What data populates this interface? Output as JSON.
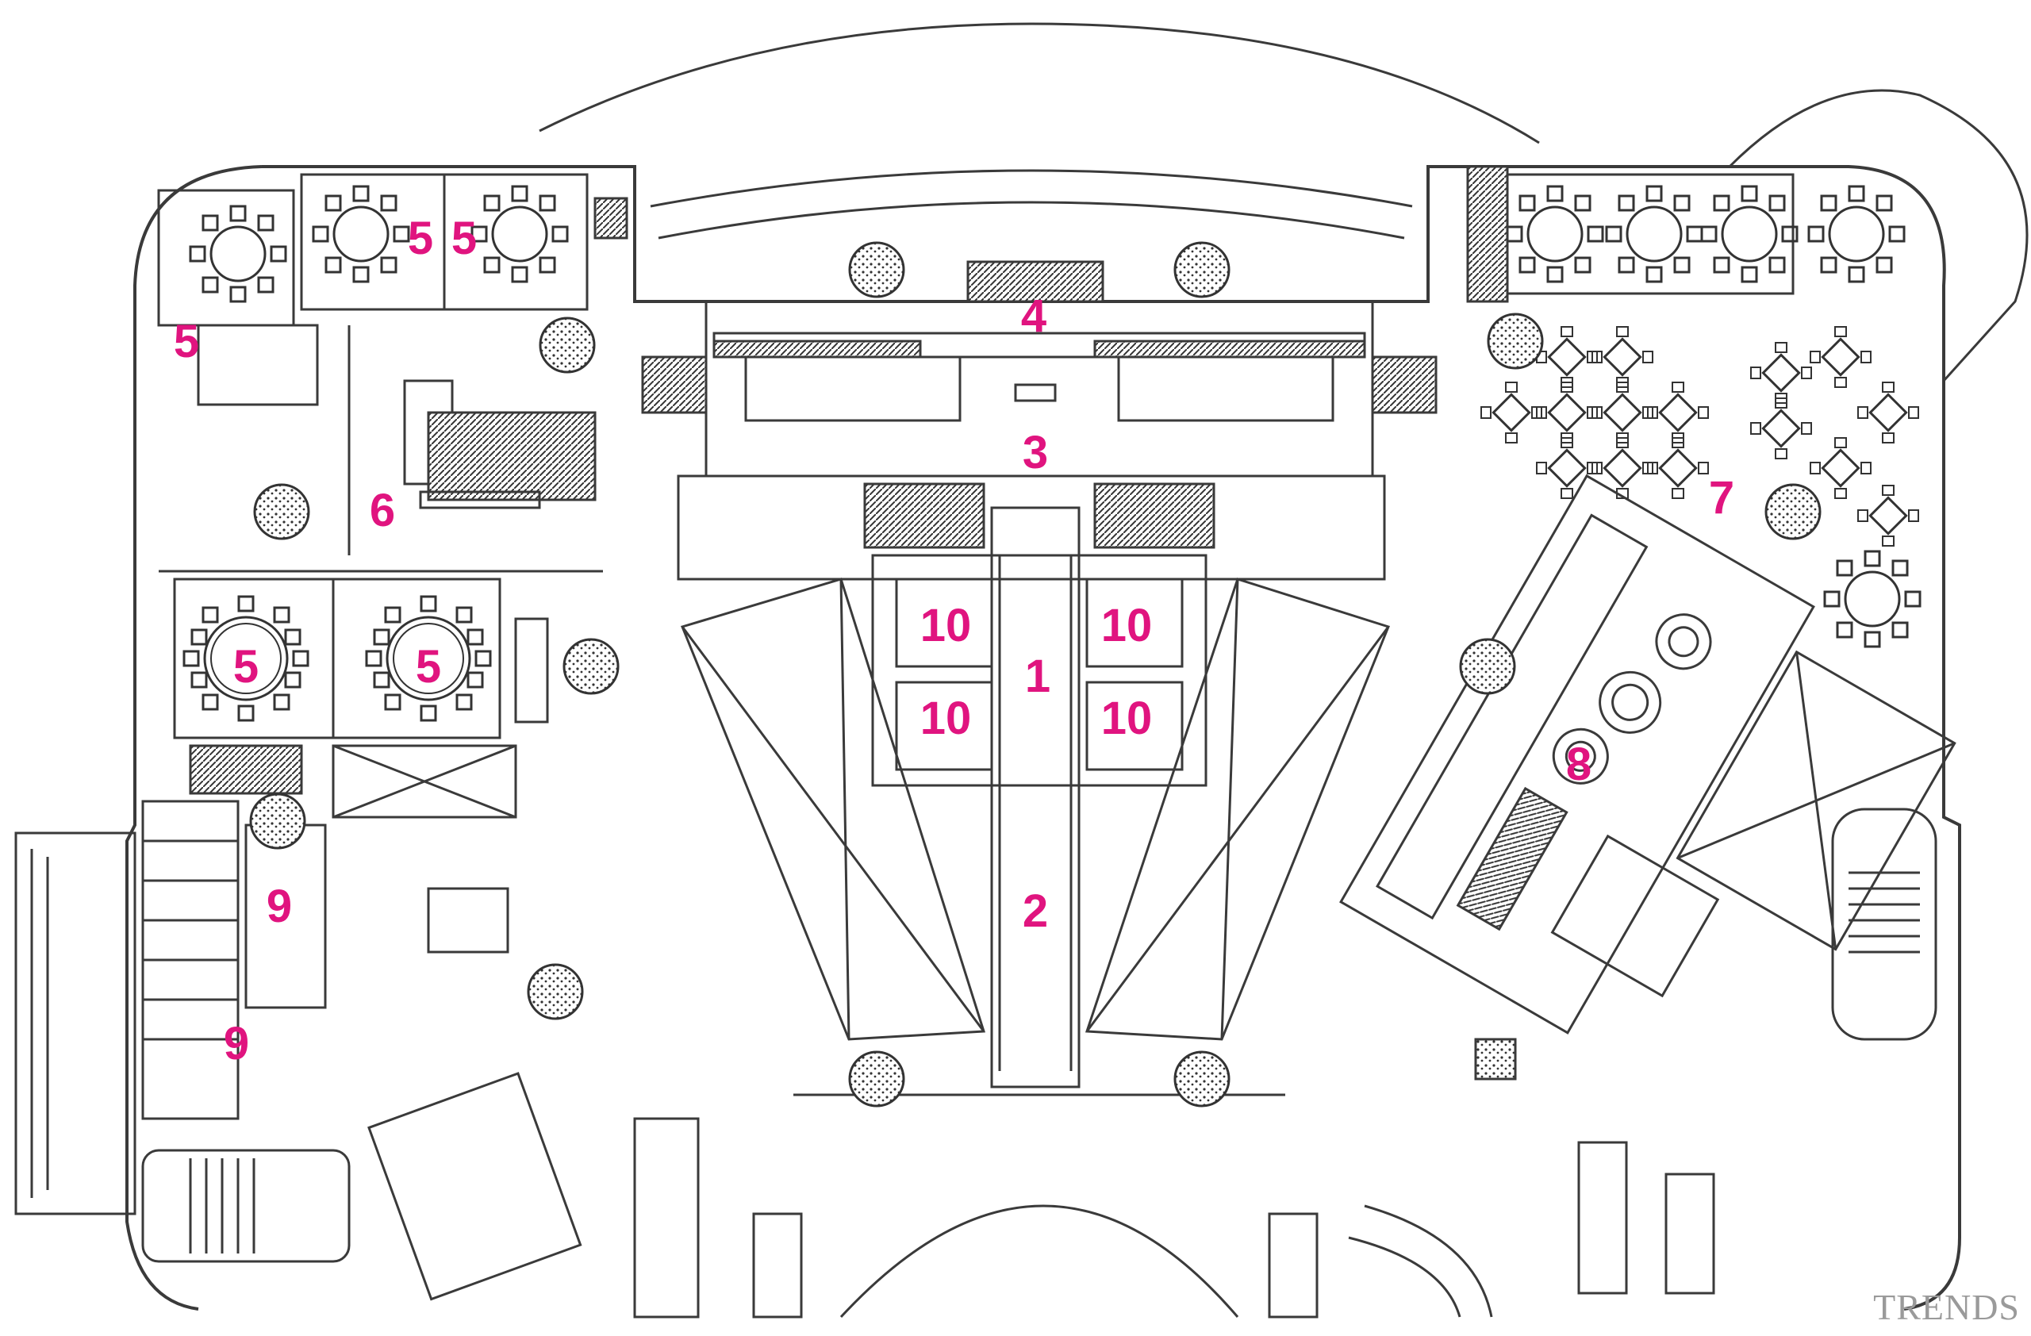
{
  "labels": {
    "l1": "1",
    "l2": "2",
    "l3": "3",
    "l4": "4",
    "l5a": "5",
    "l5b": "5",
    "l5c": "5",
    "l5d": "5",
    "l5e": "5",
    "l6": "6",
    "l7": "7",
    "l8": "8",
    "l9a": "9",
    "l9b": "9",
    "l10a": "10",
    "l10b": "10",
    "l10c": "10",
    "l10d": "10"
  },
  "brand": "TRENDS",
  "colors": {
    "label": "#e0147f",
    "line": "#3a3a3a",
    "brand": "#9a9a9a"
  }
}
